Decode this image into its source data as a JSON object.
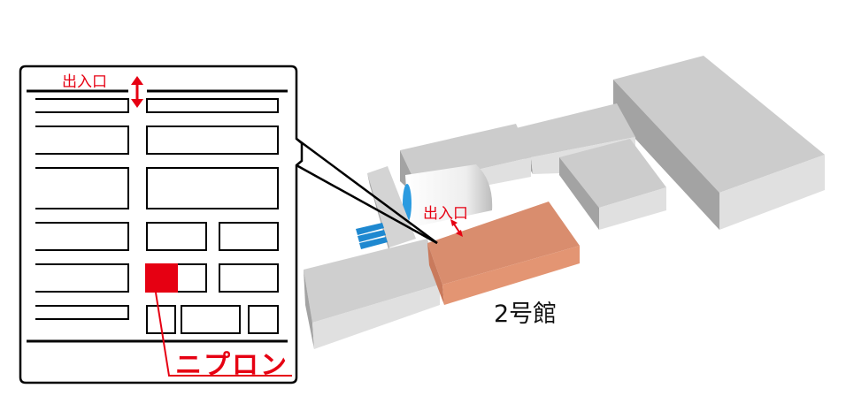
{
  "floor_plan": {
    "entrance_label": "出入口",
    "shop_label": "ニプロン",
    "highlight_color": "#e60012"
  },
  "campus_map": {
    "entrance_label": "出入口",
    "building_label": "2号館",
    "building_color": "#d98d6e"
  }
}
